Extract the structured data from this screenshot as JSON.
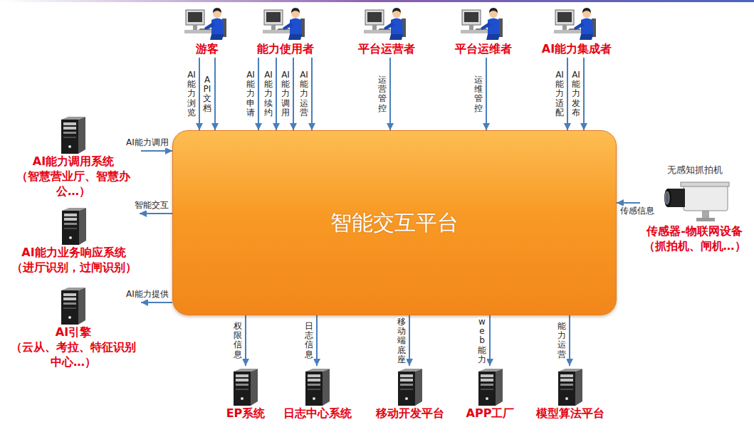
{
  "diagram": {
    "nodes": [
      {
        "text": [
          "游客"
        ]
      },
      {
        "text": [
          "能力使用者"
        ]
      },
      {
        "text": [
          "平台运营者"
        ]
      },
      {
        "text": [
          "平台运维者"
        ]
      },
      {
        "text": [
          "AI能力集成者"
        ]
      },
      {
        "text": [
          "AI能力调用系统",
          "（智慧营业厅、智慧办公…）"
        ]
      },
      {
        "text": [
          "智能交互平台"
        ]
      },
      {
        "text": [
          "无感知抓拍机",
          "传感器-物联网设备",
          "（抓拍机、闸机…）"
        ]
      },
      {
        "text": [
          "AI能力业务响应系统",
          "（进厅识别，过闸识别）"
        ]
      },
      {
        "text": [
          "AI引擎",
          "（云从、考拉、特征识别中心…）"
        ]
      },
      {
        "text": [
          "EP系统"
        ]
      },
      {
        "text": [
          "日志中心系统"
        ]
      },
      {
        "text": [
          "移动开发平台"
        ]
      },
      {
        "text": [
          "APP工厂"
        ]
      },
      {
        "text": [
          "模型算法平台"
        ]
      }
    ],
    "edges": [
      {
        "from": 0,
        "to": 6,
        "label": "AI能力浏览",
        "arrow": "to"
      },
      {
        "from": 0,
        "to": 6,
        "label": "API文档",
        "arrow": "to"
      },
      {
        "from": 1,
        "to": 6,
        "label": "AI能力申请",
        "arrow": "to"
      },
      {
        "from": 1,
        "to": 6,
        "label": "AI能力续约",
        "arrow": "to"
      },
      {
        "from": 1,
        "to": 6,
        "label": "AI能力调用",
        "arrow": "to"
      },
      {
        "from": 1,
        "to": 6,
        "label": "AI能力运营",
        "arrow": "to"
      },
      {
        "from": 2,
        "to": 6,
        "label": "运营管控",
        "arrow": "to"
      },
      {
        "from": 3,
        "to": 6,
        "label": "运维管控",
        "arrow": "to"
      },
      {
        "from": 4,
        "to": 6,
        "label": "AI能力适配",
        "arrow": "to"
      },
      {
        "from": 4,
        "to": 6,
        "label": "AI能力发布",
        "arrow": "to"
      },
      {
        "from": 5,
        "to": 6,
        "label": "AI能力调用",
        "arrow": "to"
      },
      {
        "from": 6,
        "to": 8,
        "label": "智能交互",
        "arrow": "to"
      },
      {
        "from": 6,
        "to": 9,
        "label": "AI能力提供",
        "arrow": "to"
      },
      {
        "from": 7,
        "to": 6,
        "label": "传感信息",
        "arrow": "to"
      },
      {
        "from": 6,
        "to": 10,
        "label": "权限信息",
        "arrow": "to"
      },
      {
        "from": 6,
        "to": 11,
        "label": "日志信息",
        "arrow": "to"
      },
      {
        "from": 6,
        "to": 12,
        "label": "移动端底座",
        "arrow": "to"
      },
      {
        "from": 6,
        "to": 13,
        "label": "web能力",
        "arrow": "to"
      },
      {
        "from": 6,
        "to": 14,
        "label": "能力运营",
        "arrow": "to"
      }
    ]
  }
}
